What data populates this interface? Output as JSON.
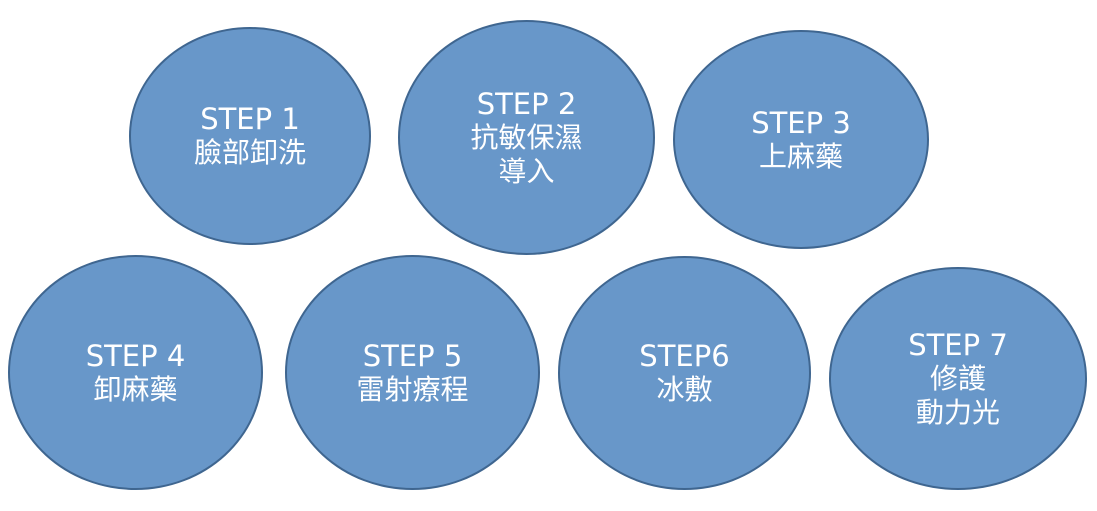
{
  "steps": [
    {
      "title": "STEP 1",
      "lines": [
        "臉部卸洗"
      ]
    },
    {
      "title": "STEP 2",
      "lines": [
        "抗敏保濕",
        "導入"
      ]
    },
    {
      "title": "STEP 3",
      "lines": [
        "上麻藥"
      ]
    },
    {
      "title": "STEP 4",
      "lines": [
        "卸麻藥"
      ]
    },
    {
      "title": "STEP 5",
      "lines": [
        "雷射療程"
      ]
    },
    {
      "title": "STEP6",
      "lines": [
        "冰敷"
      ]
    },
    {
      "title": "STEP 7",
      "lines": [
        "修護",
        "動力光"
      ]
    }
  ],
  "colors": {
    "fill": "#6897c9",
    "outline": "#3f6690",
    "text": "#ffffff"
  }
}
